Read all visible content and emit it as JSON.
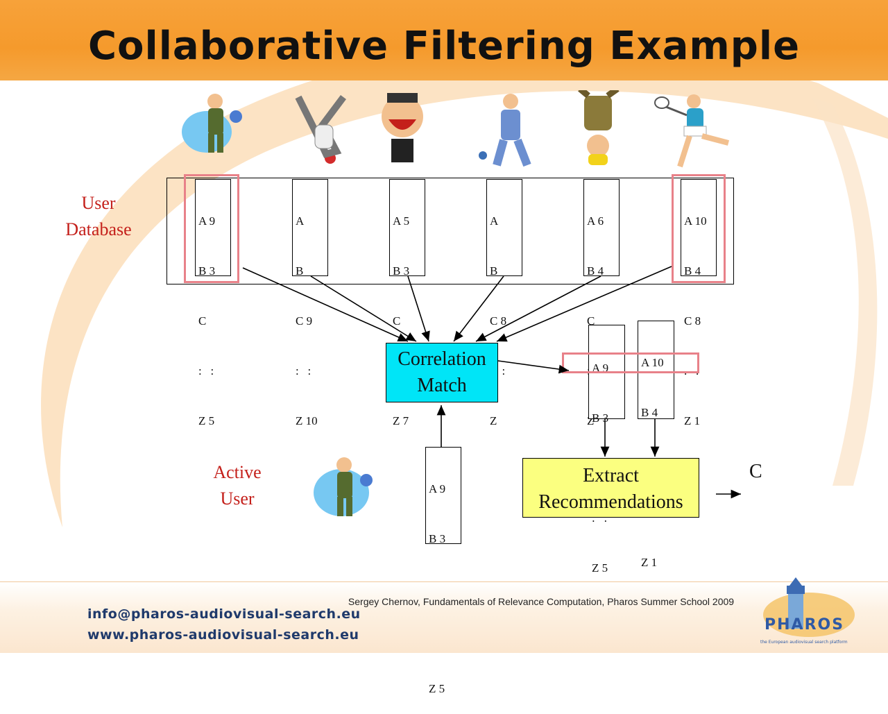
{
  "slide": {
    "title": "Collaborative Filtering Example",
    "colors": {
      "header": "#f5a33a",
      "accent_pink": "#e88189",
      "label_red": "#c4201b",
      "cyan": "#00e5f7",
      "yellow": "#fbff80"
    }
  },
  "labels": {
    "user_database_1": "User",
    "user_database_2": "Database",
    "active_user_1": "Active",
    "active_user_2": "User"
  },
  "database_users": [
    {
      "rows": [
        "A 9",
        "B 3",
        "C",
        ":   :",
        "Z 5"
      ]
    },
    {
      "rows": [
        "A",
        "B",
        "C 9",
        ":   :",
        "Z 10"
      ]
    },
    {
      "rows": [
        "A 5",
        "B 3",
        "C",
        ":   :",
        "Z 7"
      ]
    },
    {
      "rows": [
        "A",
        "B",
        "C 8",
        ":   :",
        "Z"
      ]
    },
    {
      "rows": [
        "A 6",
        "B 4",
        "C",
        ":   :",
        "Z"
      ]
    },
    {
      "rows": [
        "A 10",
        "B 4",
        "C 8",
        ".   .",
        "Z 1"
      ]
    }
  ],
  "matched_users": [
    {
      "rows": [
        "A 9",
        "B 3",
        "C",
        ":   :",
        "Z 5"
      ]
    },
    {
      "rows": [
        "A 10",
        "B 4",
        "C 8",
        ".   .",
        "Z 1"
      ]
    }
  ],
  "active_user": {
    "rows": [
      "A 9",
      "B 3",
      "C",
      ".   .",
      "Z 5"
    ]
  },
  "boxes": {
    "correlation_1": "Correlation",
    "correlation_2": "Match",
    "extract_1": "Extract",
    "extract_2": "Recommendations"
  },
  "result": "C",
  "footer": {
    "email": "info@pharos-audiovisual-search.eu",
    "website": "www.pharos-audiovisual-search.eu",
    "credit": "Sergey Chernov, Fundamentals of Relevance Computation, Pharos Summer School 2009",
    "logo_text": "PHAROS",
    "logo_tagline": "the European audiovisual search platform"
  }
}
